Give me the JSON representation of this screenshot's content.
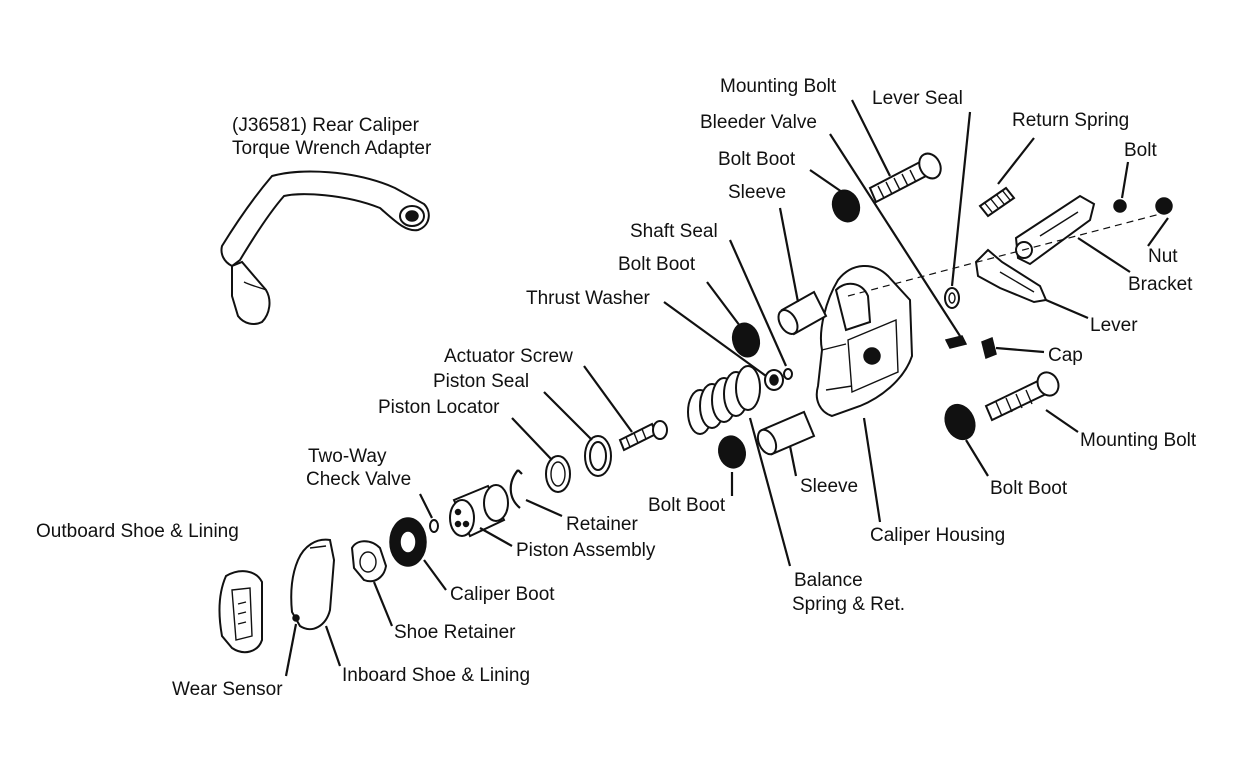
{
  "diagram": {
    "labels": {
      "adapter_line1": "(J36581) Rear Caliper",
      "adapter_line2": "Torque Wrench Adapter",
      "mounting_bolt_top": "Mounting Bolt",
      "lever_seal": "Lever Seal",
      "return_spring": "Return Spring",
      "bleeder_valve": "Bleeder Valve",
      "bolt_boot_top": "Bolt Boot",
      "bolt": "Bolt",
      "sleeve_top": "Sleeve",
      "shaft_seal": "Shaft Seal",
      "nut": "Nut",
      "bracket": "Bracket",
      "bolt_boot_mid": "Bolt Boot",
      "thrust_washer": "Thrust Washer",
      "lever": "Lever",
      "actuator_screw": "Actuator Screw",
      "cap": "Cap",
      "piston_seal": "Piston Seal",
      "piston_locator": "Piston Locator",
      "mounting_bolt_right": "Mounting Bolt",
      "two_way_line1": "Two-Way",
      "two_way_line2": "Check Valve",
      "bolt_boot_lower": "Bolt Boot",
      "sleeve_lower": "Sleeve",
      "bolt_boot_right": "Bolt Boot",
      "retainer": "Retainer",
      "outboard_shoe": "Outboard Shoe & Lining",
      "piston_assembly": "Piston Assembly",
      "caliper_housing": "Caliper Housing",
      "balance_line1": "Balance",
      "balance_line2": "Spring & Ret.",
      "caliper_boot": "Caliper Boot",
      "shoe_retainer": "Shoe Retainer",
      "inboard_shoe": "Inboard Shoe & Lining",
      "wear_sensor": "Wear Sensor"
    }
  }
}
